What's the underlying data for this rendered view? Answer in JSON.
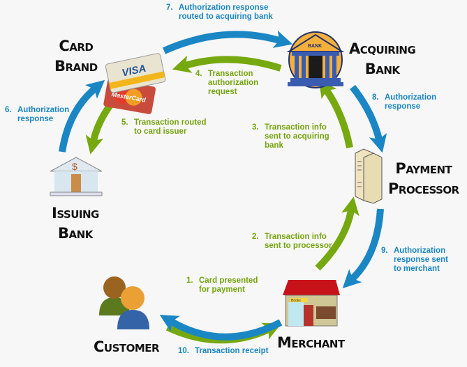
{
  "colors": {
    "response": "#1a86c4",
    "request": "#76a80f"
  },
  "nodes": {
    "card_brand": {
      "line1": "Card",
      "line2": "Brand",
      "icon": "credit-cards-icon",
      "card_logos": [
        "VISA",
        "MasterCard"
      ]
    },
    "acquiring_bank": {
      "line1": "Acquiring",
      "line2": "Bank",
      "icon": "bank-building-icon",
      "icon_label": "BANK"
    },
    "payment_processor": {
      "line1": "Payment",
      "line2": "Processor",
      "icon": "server-icon"
    },
    "merchant": {
      "label": "Merchant",
      "icon": "storefront-icon",
      "sign": "Books"
    },
    "customer": {
      "label": "Customer",
      "icon": "users-icon"
    },
    "issuing_bank": {
      "line1": "Issuing",
      "line2": "Bank",
      "icon": "bank-dollar-icon"
    }
  },
  "steps": [
    {
      "num": "1.",
      "text": "Card presented\nfor payment",
      "type": "request"
    },
    {
      "num": "2.",
      "text": "Transaction info\nsent to processor",
      "type": "request"
    },
    {
      "num": "3.",
      "text": "Transaction info\nsent to acquiring\nbank",
      "type": "request"
    },
    {
      "num": "4.",
      "text": "Transaction\nauthorization\nrequest",
      "type": "request"
    },
    {
      "num": "5.",
      "text": "Transaction routed\nto card issuer",
      "type": "request"
    },
    {
      "num": "6.",
      "text": "Authorization\nresponse",
      "type": "response"
    },
    {
      "num": "7.",
      "text": "Authorization response\nrouted to acquiring bank",
      "type": "response"
    },
    {
      "num": "8.",
      "text": "Authorization\nresponse",
      "type": "response"
    },
    {
      "num": "9.",
      "text": "Authorization\nresponse sent\nto merchant",
      "type": "response"
    },
    {
      "num": "10.",
      "text": "Transaction receipt",
      "type": "response"
    }
  ]
}
